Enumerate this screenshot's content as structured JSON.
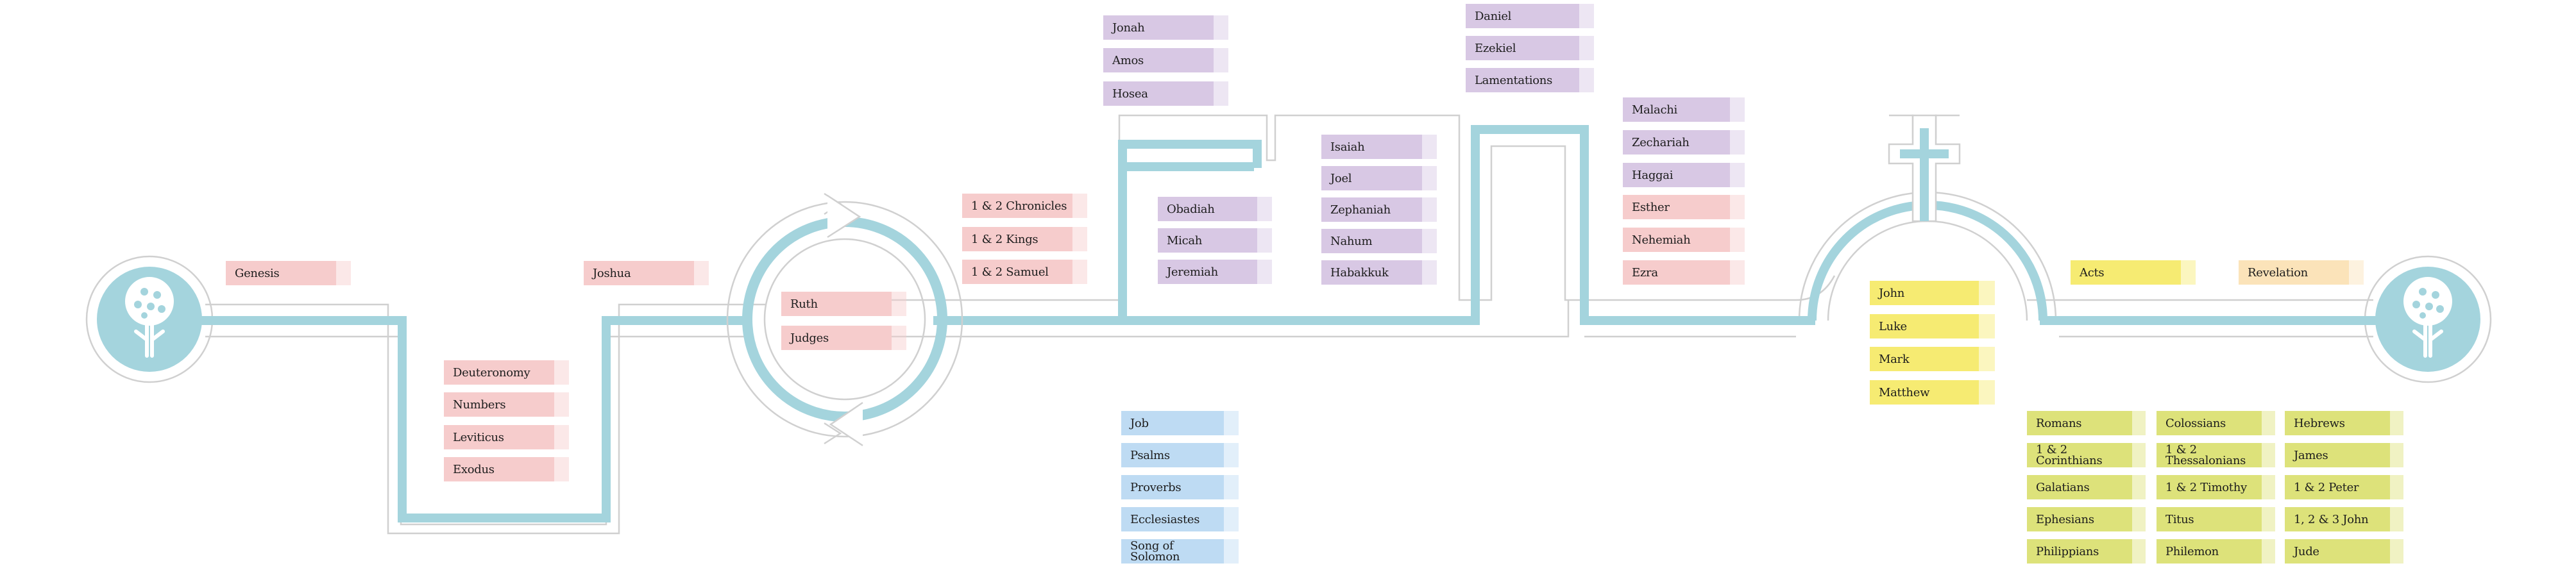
{
  "colors": {
    "path": "#a4d4dd",
    "outline": "#d0d0d0",
    "emblem": "#a4d4dd",
    "pink": "#f6cccc",
    "purple": "#d8c8e4",
    "blue": "#bedbf3",
    "yellow": "#f6eb72",
    "peach": "#fbe3b9",
    "green": "#dde27a"
  },
  "books": {
    "law": [
      "Genesis",
      "Exodus",
      "Leviticus",
      "Numbers",
      "Deuteronomy"
    ],
    "history": [
      "Joshua",
      "Judges",
      "Ruth",
      "1 & 2 Samuel",
      "1 & 2 Kings",
      "1 & 2 Chronicles"
    ],
    "prophets_mid": [
      "Obadiah",
      "Micah",
      "Jeremiah",
      "Jonah",
      "Amos",
      "Hosea"
    ],
    "prophets_minor": [
      "Isaiah",
      "Joel",
      "Zephaniah",
      "Nahum",
      "Habakkuk"
    ],
    "exile": [
      "Daniel",
      "Ezekiel",
      "Lamentations"
    ],
    "return_prophets": [
      "Malachi",
      "Zechariah",
      "Haggai"
    ],
    "return_history": [
      "Esther",
      "Nehemiah",
      "Ezra"
    ],
    "wisdom": [
      "Job",
      "Psalms",
      "Proverbs",
      "Ecclesiastes",
      "Song of Solomon"
    ],
    "gospels": [
      "John",
      "Luke",
      "Mark",
      "Matthew"
    ],
    "acts": "Acts",
    "letters_col1": [
      "Romans",
      "1 & 2 Corinthians",
      "Galatians",
      "Ephesians",
      "Philippians"
    ],
    "letters_col2": [
      "Colossians",
      "1 & 2 Thessalonians",
      "1 & 2 Timothy",
      "Titus",
      "Philemon"
    ],
    "letters_col3": [
      "Hebrews",
      "James",
      "1 & 2 Peter",
      "1, 2 & 3 John",
      "Jude"
    ],
    "revelation": "Revelation"
  }
}
